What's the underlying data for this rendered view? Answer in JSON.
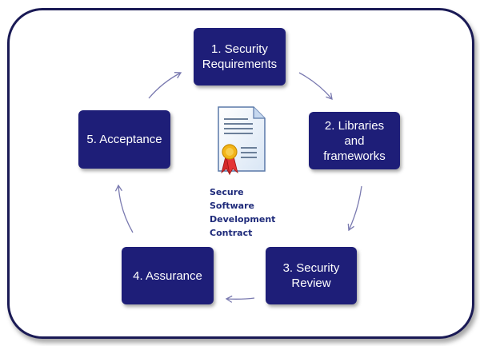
{
  "diagram": {
    "steps": [
      {
        "lines": [
          "1. Security",
          "Requirements"
        ]
      },
      {
        "lines": [
          "2. Libraries",
          "and",
          "frameworks"
        ]
      },
      {
        "lines": [
          "3. Security",
          "Review"
        ]
      },
      {
        "lines": [
          "4. Assurance"
        ]
      },
      {
        "lines": [
          "5. Acceptance"
        ]
      }
    ],
    "center_caption": [
      "Secure",
      "Software",
      "Development",
      "Contract"
    ],
    "colors": {
      "box_fill": "#1e1e78",
      "box_text": "#ffffff",
      "frame_border": "#1a1a55",
      "arrow": "#7a7ab0",
      "caption_text": "#1e2a7a",
      "ribbon": "#d42a2a",
      "seal": "#f2b418"
    },
    "icons": [
      "certificate-document-icon"
    ]
  }
}
